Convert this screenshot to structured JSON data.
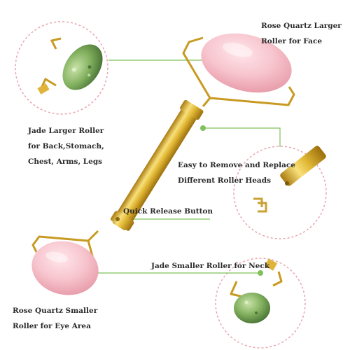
{
  "labels": {
    "rose_large": [
      "Rose Quartz Larger",
      "Roller for Face"
    ],
    "jade_large": [
      "Jade Larger Roller",
      "for Back,Stomach,",
      "Chest, Arms, Legs"
    ],
    "remove_replace": [
      "Easy to Remove and Replace",
      "Different Roller Heads"
    ],
    "quick_release": "Quick Release Button",
    "jade_small": "Jade Smaller Roller for Neck",
    "rose_small": [
      "Rose Quartz Smaller",
      "Roller for Eye Area"
    ]
  },
  "colors": {
    "callout_line": "#7fc25a",
    "dashed_circle": "#e9a3ad",
    "rose_quartz": "#f5bcc6",
    "jade": "#6f9e54",
    "gold": "#e4be3e"
  },
  "icons": [
    "rose-quartz-large-roller",
    "rose-quartz-small-roller",
    "jade-large-roller",
    "jade-small-roller",
    "gold-handle",
    "quick-release-button",
    "detached-head-detail"
  ]
}
